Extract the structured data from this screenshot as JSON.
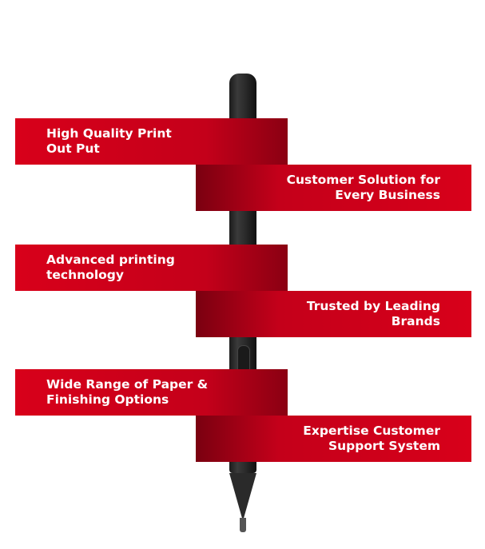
{
  "features": [
    {
      "line1": "High Quality Print",
      "line2": "Out Put",
      "side": "left"
    },
    {
      "line1": "Customer Solution for",
      "line2": "Every Business",
      "side": "right"
    },
    {
      "line1": "Advanced printing",
      "line2": "technology",
      "side": "left"
    },
    {
      "line1": "Trusted by Leading",
      "line2": "Brands",
      "side": "right"
    },
    {
      "line1": "Wide Range of Paper &",
      "line2": "Finishing Options",
      "side": "left"
    },
    {
      "line1": "Expertise Customer",
      "line2": "Support System",
      "side": "right"
    }
  ],
  "colors": {
    "ribbon": "#d8001a",
    "ribbon_dark": "#8a0012",
    "pen": "#2a2a2a"
  }
}
